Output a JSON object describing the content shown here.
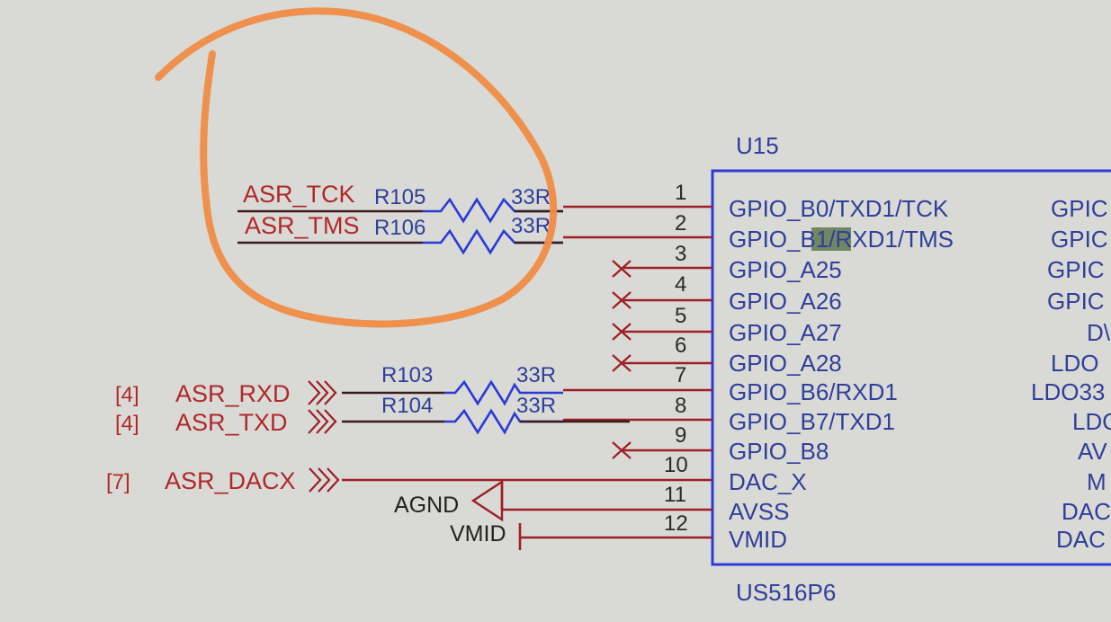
{
  "chip": {
    "designator": "U15",
    "part_number": "US516P6",
    "pins": [
      {
        "num": "1",
        "name": "GPIO_B0/TXD1/TCK"
      },
      {
        "num": "2",
        "name": "GPIO_B1/RXD1/TMS"
      },
      {
        "num": "3",
        "name": "GPIO_A25"
      },
      {
        "num": "4",
        "name": "GPIO_A26"
      },
      {
        "num": "5",
        "name": "GPIO_A27"
      },
      {
        "num": "6",
        "name": "GPIO_A28"
      },
      {
        "num": "7",
        "name": "GPIO_B6/RXD1"
      },
      {
        "num": "8",
        "name": "GPIO_B7/TXD1"
      },
      {
        "num": "9",
        "name": "GPIO_B8"
      },
      {
        "num": "10",
        "name": "DAC_X"
      },
      {
        "num": "11",
        "name": "AVSS"
      },
      {
        "num": "12",
        "name": "VMID"
      }
    ],
    "right_pins_partial": [
      "GPIC",
      "GPIC",
      "GPIC",
      "GPIC",
      "D\\",
      "LDO",
      "LDO33",
      "LDO",
      "AV",
      "M",
      "DAC",
      "DAC"
    ]
  },
  "nets": {
    "tck": "ASR_TCK",
    "tms": "ASR_TMS",
    "rxd": "ASR_RXD",
    "txd": "ASR_TXD",
    "dacx": "ASR_DACX",
    "rxd_sheet": "[4]",
    "txd_sheet": "[4]",
    "dacx_sheet": "[7]"
  },
  "resistors": [
    {
      "ref": "R105",
      "value": "33R"
    },
    {
      "ref": "R106",
      "value": "33R"
    },
    {
      "ref": "R103",
      "value": "33R"
    },
    {
      "ref": "R104",
      "value": "33R"
    }
  ],
  "power": {
    "agnd": "AGND",
    "vmid": "VMID"
  },
  "colors": {
    "background": "#d9dad6",
    "wire": "#9e1f24",
    "component": "#2b3bd6",
    "annotation": "#f08d45"
  }
}
